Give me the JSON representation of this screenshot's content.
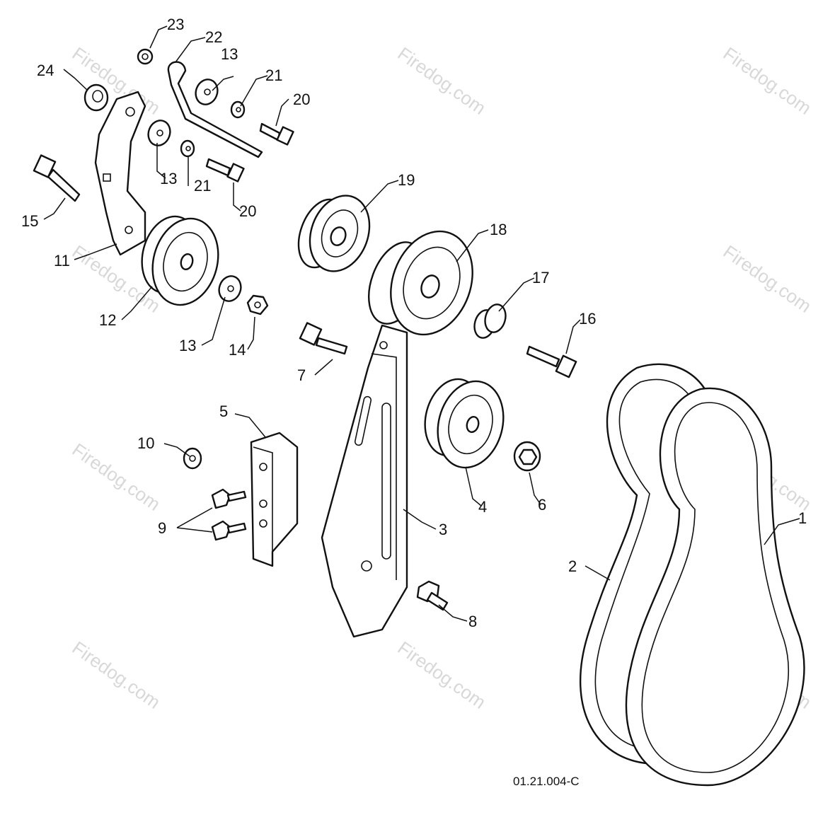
{
  "diagram": {
    "drawing_code": "01.21.004-C",
    "watermark": "Firedog.com",
    "callouts": [
      {
        "id": "1",
        "text": "1"
      },
      {
        "id": "2",
        "text": "2"
      },
      {
        "id": "3",
        "text": "3"
      },
      {
        "id": "4",
        "text": "4"
      },
      {
        "id": "5",
        "text": "5"
      },
      {
        "id": "6",
        "text": "6"
      },
      {
        "id": "7",
        "text": "7"
      },
      {
        "id": "8",
        "text": "8"
      },
      {
        "id": "9",
        "text": "9"
      },
      {
        "id": "10",
        "text": "10"
      },
      {
        "id": "11",
        "text": "11"
      },
      {
        "id": "12",
        "text": "12"
      },
      {
        "id": "13a",
        "text": "13"
      },
      {
        "id": "13b",
        "text": "13"
      },
      {
        "id": "13c",
        "text": "13"
      },
      {
        "id": "14",
        "text": "14"
      },
      {
        "id": "15",
        "text": "15"
      },
      {
        "id": "16",
        "text": "16"
      },
      {
        "id": "17",
        "text": "17"
      },
      {
        "id": "18",
        "text": "18"
      },
      {
        "id": "19",
        "text": "19"
      },
      {
        "id": "20a",
        "text": "20"
      },
      {
        "id": "20b",
        "text": "20"
      },
      {
        "id": "21a",
        "text": "21"
      },
      {
        "id": "21b",
        "text": "21"
      },
      {
        "id": "22",
        "text": "22"
      },
      {
        "id": "23",
        "text": "23"
      },
      {
        "id": "24",
        "text": "24"
      }
    ]
  }
}
